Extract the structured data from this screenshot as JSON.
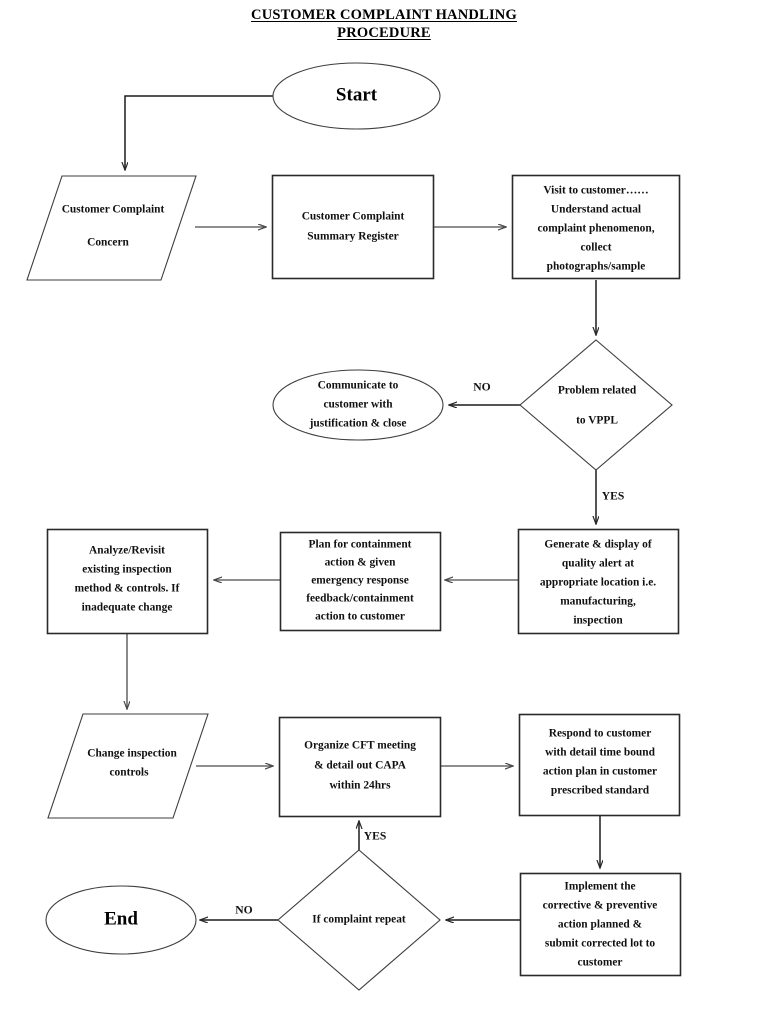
{
  "title": {
    "line1": "CUSTOMER COMPLAINT HANDLING",
    "line2": "PROCEDURE"
  },
  "colors": {
    "background": "#ffffff",
    "shape_stroke": "#3d3d3d",
    "shape_stroke_dark": "#2a2a2a",
    "connector": "#4a4a4a",
    "text": "#111111"
  },
  "chart_data": {
    "type": "diagram",
    "title": "CUSTOMER COMPLAINT HANDLING PROCEDURE",
    "diagram_kind": "flowchart",
    "nodes": [
      {
        "id": "start",
        "shape": "ellipse",
        "label": "Start"
      },
      {
        "id": "customer-complaint-concern",
        "shape": "parallelogram",
        "label": "Customer Complaint\n\nConcern"
      },
      {
        "id": "summary-register",
        "shape": "rectangle",
        "label": "Customer Complaint\nSummary Register"
      },
      {
        "id": "visit-customer",
        "shape": "rectangle",
        "label": "Visit to customer……\nUnderstand actual\ncomplaint phenomenon,\ncollect\nphotographs/sample"
      },
      {
        "id": "problem-related-vppl",
        "shape": "diamond",
        "label": "Problem related\n\nto VPPL"
      },
      {
        "id": "communicate-close",
        "shape": "ellipse",
        "label": "Communicate to\ncustomer with\njustification & close"
      },
      {
        "id": "quality-alert",
        "shape": "rectangle",
        "label": "Generate & display of\nquality alert at\nappropriate location i.e.\nmanufacturing,\ninspection"
      },
      {
        "id": "containment-plan",
        "shape": "rectangle",
        "label": "Plan for containment\naction & given\nemergency response\nfeedback/containment\naction to customer"
      },
      {
        "id": "analyze-revisit",
        "shape": "rectangle",
        "label": "Analyze/Revisit\nexisting inspection\nmethod & controls. If\ninadequate change"
      },
      {
        "id": "change-inspection-controls",
        "shape": "parallelogram",
        "label": "Change inspection\ncontrols"
      },
      {
        "id": "cft-meeting",
        "shape": "rectangle",
        "label": "Organize CFT meeting\n& detail out CAPA\nwithin 24hrs"
      },
      {
        "id": "respond-customer",
        "shape": "rectangle",
        "label": "Respond to customer\nwith detail time bound\naction plan in customer\nprescribed standard"
      },
      {
        "id": "implement-capa",
        "shape": "rectangle",
        "label": "Implement the\ncorrective & preventive\naction planned &\nsubmit corrected lot to\ncustomer"
      },
      {
        "id": "if-complaint-repeat",
        "shape": "diamond",
        "label": "If complaint repeat"
      },
      {
        "id": "end",
        "shape": "ellipse",
        "label": "End"
      }
    ],
    "edges": [
      {
        "from": "start",
        "to": "customer-complaint-concern",
        "label": ""
      },
      {
        "from": "customer-complaint-concern",
        "to": "summary-register",
        "label": ""
      },
      {
        "from": "summary-register",
        "to": "visit-customer",
        "label": ""
      },
      {
        "from": "visit-customer",
        "to": "problem-related-vppl",
        "label": ""
      },
      {
        "from": "problem-related-vppl",
        "to": "communicate-close",
        "label": "NO"
      },
      {
        "from": "problem-related-vppl",
        "to": "quality-alert",
        "label": "YES"
      },
      {
        "from": "quality-alert",
        "to": "containment-plan",
        "label": ""
      },
      {
        "from": "containment-plan",
        "to": "analyze-revisit",
        "label": ""
      },
      {
        "from": "analyze-revisit",
        "to": "change-inspection-controls",
        "label": ""
      },
      {
        "from": "change-inspection-controls",
        "to": "cft-meeting",
        "label": ""
      },
      {
        "from": "cft-meeting",
        "to": "respond-customer",
        "label": ""
      },
      {
        "from": "respond-customer",
        "to": "implement-capa",
        "label": ""
      },
      {
        "from": "implement-capa",
        "to": "if-complaint-repeat",
        "label": ""
      },
      {
        "from": "if-complaint-repeat",
        "to": "end",
        "label": "NO"
      },
      {
        "from": "if-complaint-repeat",
        "to": "cft-meeting",
        "label": "YES"
      }
    ]
  },
  "nodes": {
    "start": {
      "label": "Start"
    },
    "customer_complaint_concern": {
      "line1": "Customer Complaint",
      "line2": "Concern"
    },
    "summary_register": {
      "line1": "Customer Complaint",
      "line2": "Summary Register"
    },
    "visit_customer": {
      "line1": "Visit to customer……",
      "line2": "Understand actual",
      "line3": "complaint phenomenon,",
      "line4": "collect",
      "line5": "photographs/sample"
    },
    "problem_related_vppl": {
      "line1": "Problem related",
      "line2": "to VPPL"
    },
    "communicate_close": {
      "line1": "Communicate to",
      "line2": "customer with",
      "line3": "justification & close"
    },
    "quality_alert": {
      "line1": "Generate & display of",
      "line2": "quality alert at",
      "line3": "appropriate location i.e.",
      "line4": "manufacturing,",
      "line5": "inspection"
    },
    "containment_plan": {
      "line1": "Plan for containment",
      "line2": "action & given",
      "line3": "emergency response",
      "line4": "feedback/containment",
      "line5": "action to customer"
    },
    "analyze_revisit": {
      "line1": "Analyze/Revisit",
      "line2": "existing inspection",
      "line3": "method & controls. If",
      "line4": "inadequate change"
    },
    "change_inspection_controls": {
      "line1": "Change inspection",
      "line2": "controls"
    },
    "cft_meeting": {
      "line1": "Organize CFT meeting",
      "line2": "& detail out CAPA",
      "line3": "within 24hrs"
    },
    "respond_customer": {
      "line1": "Respond to customer",
      "line2": "with detail time bound",
      "line3": "action plan in customer",
      "line4": "prescribed standard"
    },
    "implement_capa": {
      "line1": "Implement the",
      "line2": "corrective & preventive",
      "line3": "action planned &",
      "line4": "submit corrected lot to",
      "line5": "customer"
    },
    "if_complaint_repeat": {
      "line1": "If complaint repeat"
    },
    "end": {
      "label": "End"
    }
  },
  "edge_labels": {
    "vppl_no": "NO",
    "vppl_yes": "YES",
    "repeat_no": "NO",
    "repeat_yes": "YES"
  }
}
